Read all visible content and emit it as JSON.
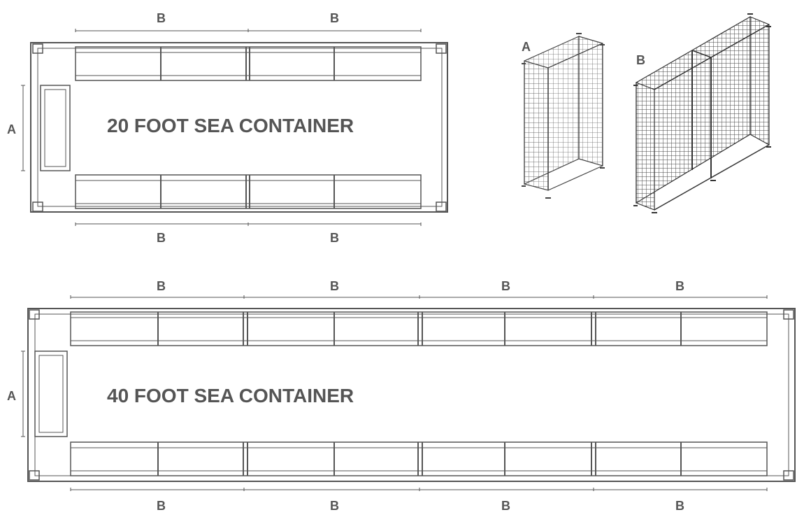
{
  "diagram_20": {
    "title": "20 FOOT SEA CONTAINER",
    "label_a": "A",
    "top_labels": [
      "B",
      "B"
    ],
    "bottom_labels": [
      "B",
      "B"
    ]
  },
  "diagram_40": {
    "title": "40 FOOT SEA CONTAINER",
    "label_a": "A",
    "top_labels": [
      "B",
      "B",
      "B",
      "B"
    ],
    "bottom_labels": [
      "B",
      "B",
      "B",
      "B"
    ]
  },
  "panels": {
    "label_a": "A",
    "label_b": "B"
  },
  "colors": {
    "line": "#555555",
    "text": "#555555"
  }
}
